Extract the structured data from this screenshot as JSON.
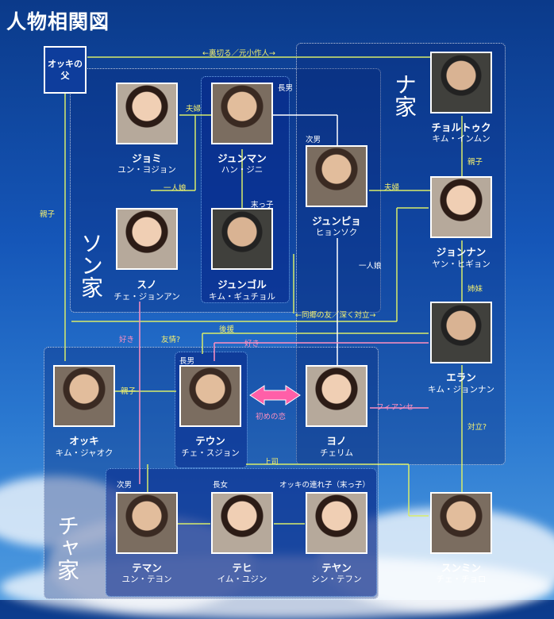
{
  "title": "人物相関図",
  "families": {
    "son": "ソン家",
    "na": "ナ家",
    "cha": "チャ家"
  },
  "okki_father": "オッキの父",
  "people": [
    {
      "id": "jomi",
      "name": "ジョミ",
      "actor": "ユン・ヨジョン"
    },
    {
      "id": "junman",
      "name": "ジュンマン",
      "actor": "ハン・ジニ"
    },
    {
      "id": "junpyo",
      "name": "ジュンピョ",
      "actor": "ヒョンソク"
    },
    {
      "id": "choltok",
      "name": "チョルトゥク",
      "actor": "キム・インムン"
    },
    {
      "id": "suno",
      "name": "スノ",
      "actor": "チェ・ジョンアン"
    },
    {
      "id": "jungol",
      "name": "ジュンゴル",
      "actor": "キム・ギュチョル"
    },
    {
      "id": "jonnan",
      "name": "ジョンナン",
      "actor": "ヤン・ヒギョン"
    },
    {
      "id": "eran",
      "name": "エラン",
      "actor": "キム・ジョンナン"
    },
    {
      "id": "okki",
      "name": "オッキ",
      "actor": "キム・ジャオク"
    },
    {
      "id": "teun",
      "name": "テウン",
      "actor": "チェ・スジョン"
    },
    {
      "id": "yono",
      "name": "ヨノ",
      "actor": "チェリム"
    },
    {
      "id": "teman",
      "name": "テマン",
      "actor": "ユン・テヨン"
    },
    {
      "id": "tehi",
      "name": "テヒ",
      "actor": "イム・ユジン"
    },
    {
      "id": "teyan",
      "name": "テヤン",
      "actor": "シン・テフン"
    },
    {
      "id": "sunmin",
      "name": "スンミン",
      "actor": "チェ・チョロ"
    }
  ],
  "relations": {
    "betrayed": "←裏切る／元小作人→",
    "couple1": "夫婦",
    "eldest_son": "長男",
    "second_son": "次男",
    "youngest_son": "末っ子",
    "only_daughter1": "一人娘",
    "couple2": "夫婦",
    "parent_child1": "親子",
    "parent_child2": "親子",
    "parent_child3": "親子",
    "only_daughter2": "一人娘",
    "sisters": "姉妹",
    "hometown": "←同郷の友／深く対立→",
    "love1": "好き",
    "friendship": "友情?",
    "backer": "後援",
    "love2": "好き",
    "eldest_son2": "長男",
    "first_love": "初めの恋",
    "fiance": "フィアンセ",
    "rival": "対立?",
    "boss": "上司",
    "second_son2": "次男",
    "eldest_daughter": "長女",
    "stepchild": "オッキの連れ子（末っ子）"
  },
  "colors": {
    "line_yellow": "#d8ec6a",
    "line_pink": "#ff8fc0",
    "line_white": "#ffffff",
    "love_arrow": "#ff5fa8"
  }
}
